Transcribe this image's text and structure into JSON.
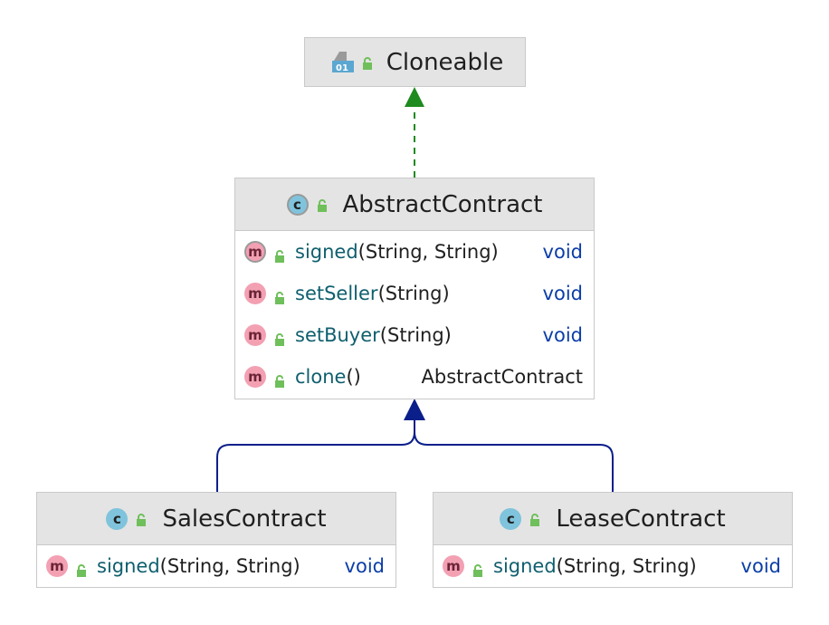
{
  "cloneable": {
    "title": "Cloneable",
    "icon": "interface-icon"
  },
  "abstract_contract": {
    "title": "AbstractContract",
    "icon": "abstract-class-icon",
    "methods": [
      {
        "name": "signed",
        "params": "(String, String)",
        "return": "void"
      },
      {
        "name": "setSeller",
        "params": "(String)",
        "return": "void"
      },
      {
        "name": "setBuyer",
        "params": "(String)",
        "return": "void"
      },
      {
        "name": "clone",
        "params": "()",
        "return": "AbstractContract"
      }
    ]
  },
  "sales_contract": {
    "title": "SalesContract",
    "icon": "class-icon",
    "methods": [
      {
        "name": "signed",
        "params": "(String, String)",
        "return": "void"
      }
    ]
  },
  "lease_contract": {
    "title": "LeaseContract",
    "icon": "class-icon",
    "methods": [
      {
        "name": "signed",
        "params": "(String, String)",
        "return": "void"
      }
    ]
  },
  "badges": {
    "class": "c",
    "method": "m"
  },
  "colors": {
    "implements_arrow": "#1f8a1f",
    "extends_arrow": "#0b1f8a",
    "header_bg": "#e4e4e4",
    "method_name": "#0f5f6e",
    "return_type": "#0b3ea8",
    "class_badge": "#7fc3dc",
    "method_badge": "#f3a0b3",
    "lock": "#6fbf5a"
  }
}
